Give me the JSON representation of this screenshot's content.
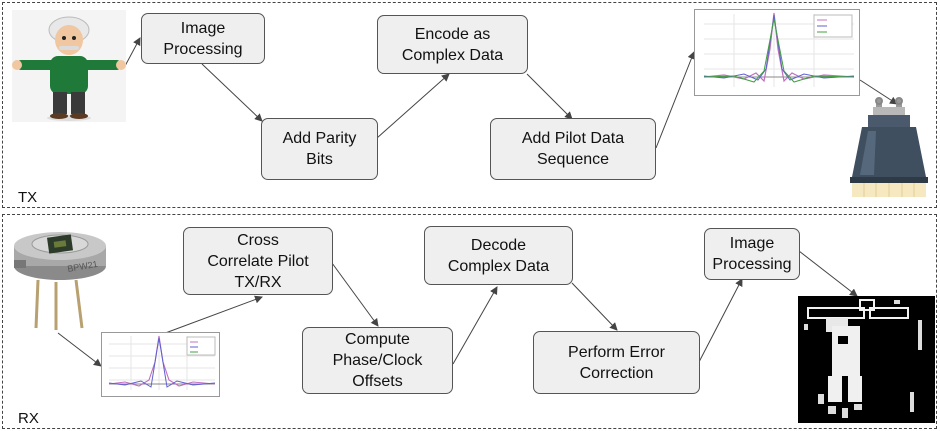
{
  "tx": {
    "label": "TX",
    "steps": {
      "image_processing": "Image\nProcessing",
      "add_parity_bits": "Add Parity\nBits",
      "encode_complex": "Encode as\nComplex Data",
      "add_pilot": "Add Pilot Data\nSequence"
    }
  },
  "rx": {
    "label": "RX",
    "steps": {
      "cross_correlate": "Cross\nCorrelate Pilot\nTX/RX",
      "compute_offsets": "Compute\nPhase/Clock\nOffsets",
      "decode_complex": "Decode\nComplex Data",
      "error_correction": "Perform Error\nCorrection",
      "image_processing": "Image\nProcessing"
    }
  },
  "colors": {
    "box_fill": "#efefef",
    "box_border": "#555555",
    "arrow": "#444444"
  },
  "icons": {
    "tx_source": "cartoon-character-image",
    "tx_chart": "correlation-plot-thumbnail",
    "tx_device": "led-lamp-transmitter",
    "rx_device": "photodiode-sensor",
    "rx_chart": "correlation-plot-thumbnail",
    "rx_output": "binary-image-output"
  }
}
